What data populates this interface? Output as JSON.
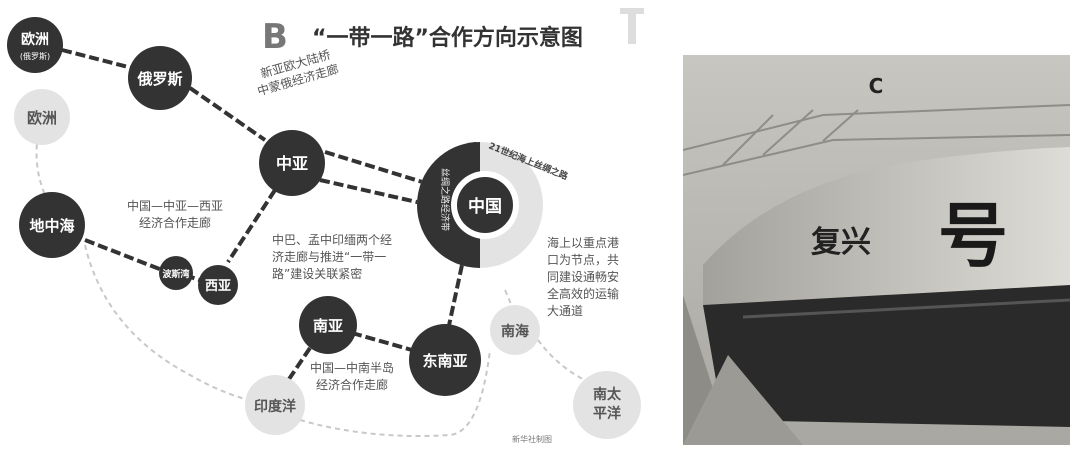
{
  "panel_b": {
    "letter": "B",
    "title": "“一带一路”合作方向示意图",
    "source": "新华社制图",
    "nodes": [
      {
        "id": "europe_russia",
        "label": "欧洲",
        "sublabel": "(俄罗斯)",
        "style": "dark"
      },
      {
        "id": "russia",
        "label": "俄罗斯",
        "style": "dark"
      },
      {
        "id": "europe",
        "label": "欧洲",
        "style": "light"
      },
      {
        "id": "central_asia",
        "label": "中亚",
        "style": "dark"
      },
      {
        "id": "mediterranean",
        "label": "地中海",
        "style": "dark"
      },
      {
        "id": "persian_gulf",
        "label": "波斯湾",
        "style": "dark"
      },
      {
        "id": "west_asia",
        "label": "西亚",
        "style": "dark"
      },
      {
        "id": "china",
        "label": "中国",
        "style": "dark"
      },
      {
        "id": "south_asia",
        "label": "南亚",
        "style": "dark"
      },
      {
        "id": "southeast_asia",
        "label": "东南亚",
        "style": "dark"
      },
      {
        "id": "south_china_sea",
        "label": "南海",
        "style": "light"
      },
      {
        "id": "indian_ocean",
        "label": "印度洋",
        "style": "light"
      },
      {
        "id": "south_pacific",
        "label": "南太平洋",
        "label_lines": [
          "南太",
          "平洋"
        ],
        "style": "light"
      }
    ],
    "ring_labels": {
      "belt": "丝绸之路经济带",
      "road": "21世纪海上丝绸之路"
    },
    "annotations": [
      {
        "id": "eurasian_bridge",
        "lines": [
          "新亚欧大陆桥",
          "中蒙俄经济走廊"
        ]
      },
      {
        "id": "china_central_west_asia",
        "lines": [
          "中国—中亚—西亚",
          "经济合作走廊"
        ]
      },
      {
        "id": "cpec_bcim",
        "lines": [
          "中巴、孟中印缅两个经",
          "济走廊与推进“一带一",
          "路”建设关联紧密"
        ]
      },
      {
        "id": "maritime",
        "lines": [
          "海上以重点港",
          "口为节点，共",
          "同建设通畅安",
          "全高效的运输",
          "大通道"
        ]
      },
      {
        "id": "indochina",
        "lines": [
          "中国—中南半岛",
          "经济合作走廊"
        ]
      }
    ]
  },
  "panel_c": {
    "letter": "C",
    "train_text_small": "复兴",
    "train_text_large": "号"
  },
  "colors": {
    "dark_node": "#333333",
    "light_node": "#e3e3e3",
    "annotation_text": "#555555"
  }
}
